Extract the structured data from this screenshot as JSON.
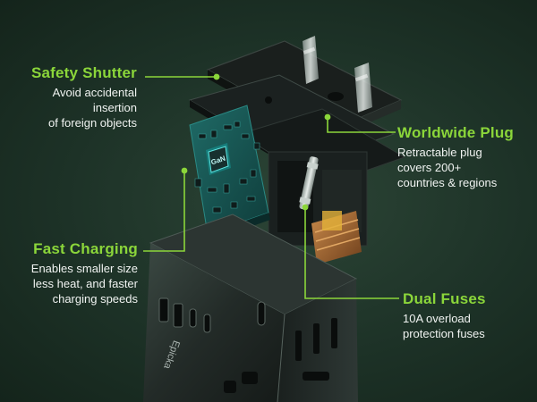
{
  "colors": {
    "accent": "#8bd63a",
    "background": "#1d3227",
    "text": "#ffffff"
  },
  "features": {
    "safety_shutter": {
      "title": "Safety Shutter",
      "lines": [
        "Avoid accidental",
        "insertion",
        "of foreign objects"
      ]
    },
    "fast_charging": {
      "title": "Fast Charging",
      "lines": [
        "Enables smaller size",
        "less heat, and faster",
        "charging speeds"
      ]
    },
    "worldwide_plug": {
      "title": "Worldwide Plug",
      "lines": [
        "Retractable plug",
        "covers 200+",
        "countries & regions"
      ]
    },
    "dual_fuses": {
      "title": "Dual Fuses",
      "lines": [
        "10A overload",
        "protection fuses"
      ]
    }
  },
  "product": {
    "chip_label": "GaN",
    "brand": "Epicka"
  }
}
